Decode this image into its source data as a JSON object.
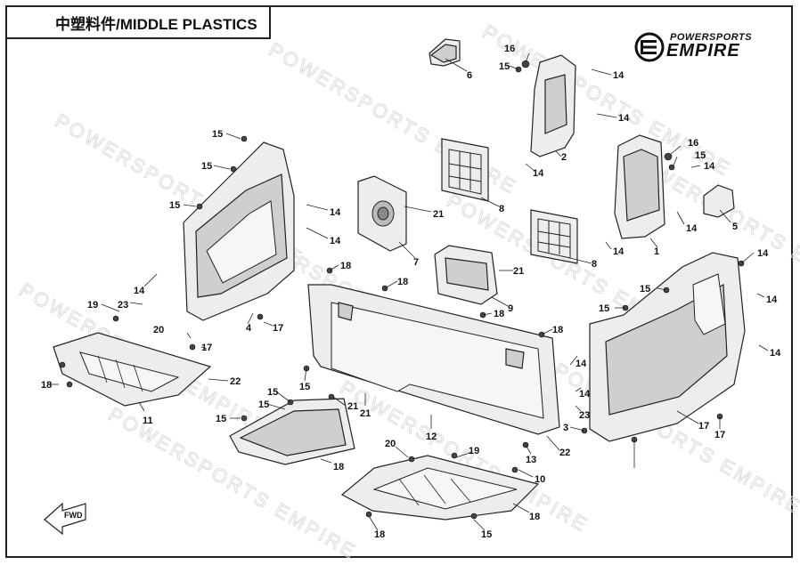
{
  "title": "中塑料件/MIDDLE PLASTICS",
  "logo": {
    "brand_top": "POWERSPORTS",
    "brand_main": "EMPIRE"
  },
  "watermark_text": "POWERSPORTS EMPIRE",
  "fwd_label": "FWD",
  "callouts": [
    {
      "id": "c6",
      "label": "6"
    },
    {
      "id": "c16a",
      "label": "16"
    },
    {
      "id": "c15a",
      "label": "15"
    },
    {
      "id": "c14a",
      "label": "14"
    },
    {
      "id": "c14b",
      "label": "14"
    },
    {
      "id": "c2",
      "label": "2"
    },
    {
      "id": "c14c",
      "label": "14"
    },
    {
      "id": "c16b",
      "label": "16"
    },
    {
      "id": "c15b",
      "label": "15"
    },
    {
      "id": "c14d",
      "label": "14"
    },
    {
      "id": "c5",
      "label": "5"
    },
    {
      "id": "c14e",
      "label": "14"
    },
    {
      "id": "c1",
      "label": "1"
    },
    {
      "id": "c14f",
      "label": "14"
    },
    {
      "id": "c8a",
      "label": "8"
    },
    {
      "id": "c8b",
      "label": "8"
    },
    {
      "id": "c21a",
      "label": "21"
    },
    {
      "id": "c7",
      "label": "7"
    },
    {
      "id": "c21b",
      "label": "21"
    },
    {
      "id": "c9",
      "label": "9"
    },
    {
      "id": "c15c",
      "label": "15"
    },
    {
      "id": "c15d",
      "label": "15"
    },
    {
      "id": "c15e",
      "label": "15"
    },
    {
      "id": "c14g",
      "label": "14"
    },
    {
      "id": "c14h",
      "label": "14"
    },
    {
      "id": "c14i",
      "label": "14"
    },
    {
      "id": "c23a",
      "label": "23"
    },
    {
      "id": "c19a",
      "label": "19"
    },
    {
      "id": "c20a",
      "label": "20"
    },
    {
      "id": "c17a",
      "label": "17"
    },
    {
      "id": "c4",
      "label": "4"
    },
    {
      "id": "c17b",
      "label": "17"
    },
    {
      "id": "c18a",
      "label": "18"
    },
    {
      "id": "c18b",
      "label": "18"
    },
    {
      "id": "c18c",
      "label": "18"
    },
    {
      "id": "c18d",
      "label": "18"
    },
    {
      "id": "c22a",
      "label": "22"
    },
    {
      "id": "c11",
      "label": "11"
    },
    {
      "id": "c18e",
      "label": "18"
    },
    {
      "id": "c15f",
      "label": "15"
    },
    {
      "id": "c15g",
      "label": "15"
    },
    {
      "id": "c15h",
      "label": "15"
    },
    {
      "id": "c15i",
      "label": "15"
    },
    {
      "id": "c21c",
      "label": "21"
    },
    {
      "id": "c21d",
      "label": "21"
    },
    {
      "id": "c12",
      "label": "12"
    },
    {
      "id": "c18f",
      "label": "18"
    },
    {
      "id": "c13",
      "label": "13"
    },
    {
      "id": "c22b",
      "label": "22"
    },
    {
      "id": "c20b",
      "label": "20"
    },
    {
      "id": "c19b",
      "label": "19"
    },
    {
      "id": "c10",
      "label": "10"
    },
    {
      "id": "c18g",
      "label": "18"
    },
    {
      "id": "c18h",
      "label": "18"
    },
    {
      "id": "c15j",
      "label": "15"
    },
    {
      "id": "c15k",
      "label": "15"
    },
    {
      "id": "c15l",
      "label": "15"
    },
    {
      "id": "c14j",
      "label": "14"
    },
    {
      "id": "c14k",
      "label": "14"
    },
    {
      "id": "c14l",
      "label": "14"
    },
    {
      "id": "c14m",
      "label": "14"
    },
    {
      "id": "c14n",
      "label": "14"
    },
    {
      "id": "c23b",
      "label": "23"
    },
    {
      "id": "c3",
      "label": "3"
    },
    {
      "id": "c17c",
      "label": "17"
    },
    {
      "id": "c17d",
      "label": "17"
    }
  ]
}
